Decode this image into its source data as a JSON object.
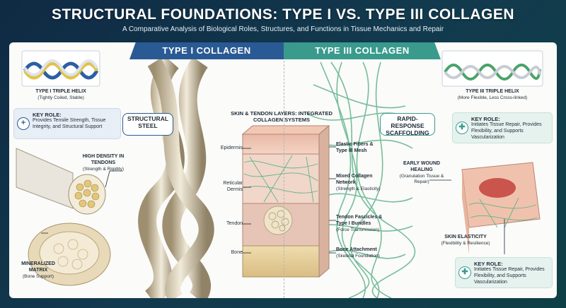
{
  "header": {
    "title": "STRUCTURAL FOUNDATIONS: TYPE I VS. TYPE III COLLAGEN",
    "subtitle": "A Comparative Analysis of Biological Roles, Structures, and Functions in Tissue Mechanics and Repair"
  },
  "banners": {
    "type1": "TYPE I COLLAGEN",
    "type3": "TYPE III COLLAGEN"
  },
  "left": {
    "helix_title": "TYPE I TRIPLE HELIX",
    "helix_sub": "(Tightly Coiled, Stable)",
    "key_role_title": "KEY ROLE:",
    "key_role_text": "Provides Tensile Strength, Tissue Integrity, and Structural Support",
    "density_title": "HIGH DENSITY IN TENDONS",
    "density_sub": "(Strength & Rigidity)",
    "matrix_title": "MINERALIZED MATRIX",
    "matrix_sub": "(Bone Support)",
    "pill": "STRUCTURAL STEEL"
  },
  "center": {
    "title": "SKIN & TENDON LAYERS: INTEGRATED COLLAGEN SYSTEMS",
    "layers_left": [
      "Epidermis",
      "Reticular Dermis",
      "Tendon",
      "Bone"
    ],
    "right_labels": [
      {
        "title": "Elastic Fibers & Type III Mesh",
        "sub": ""
      },
      {
        "title": "Mixed Collagen Network",
        "sub": "(Strength & Elasticity)"
      },
      {
        "title": "Tendon Fascicles & Type I Bundles",
        "sub": "(Force Transmission)"
      },
      {
        "title": "Bone Attachment",
        "sub": "(Skeletal Foundation)"
      }
    ]
  },
  "right": {
    "pill": "RAPID-RESPONSE SCAFFOLDING",
    "helix_title": "TYPE III TRIPLE HELIX",
    "helix_sub": "(More Flexible, Less Cross-linked)",
    "key_role_title": "KEY ROLE:",
    "key_role_text": "Initiates Tissue Repair, Provides Flexibility, and Supports Vascularization",
    "wound_title": "EARLY WOUND HEALING",
    "wound_sub": "(Granulation Tissue & Repair)",
    "elasticity_title": "SKIN ELASTICITY",
    "elasticity_sub": "(Flexibility & Resilience)",
    "key_role2_title": "KEY ROLE:",
    "key_role2_text": "Initiates Tissue Repair, Provides Flexibility, and Supports Vascularization"
  },
  "colors": {
    "type1": "#2a5a94",
    "type3": "#3a9b8d"
  }
}
